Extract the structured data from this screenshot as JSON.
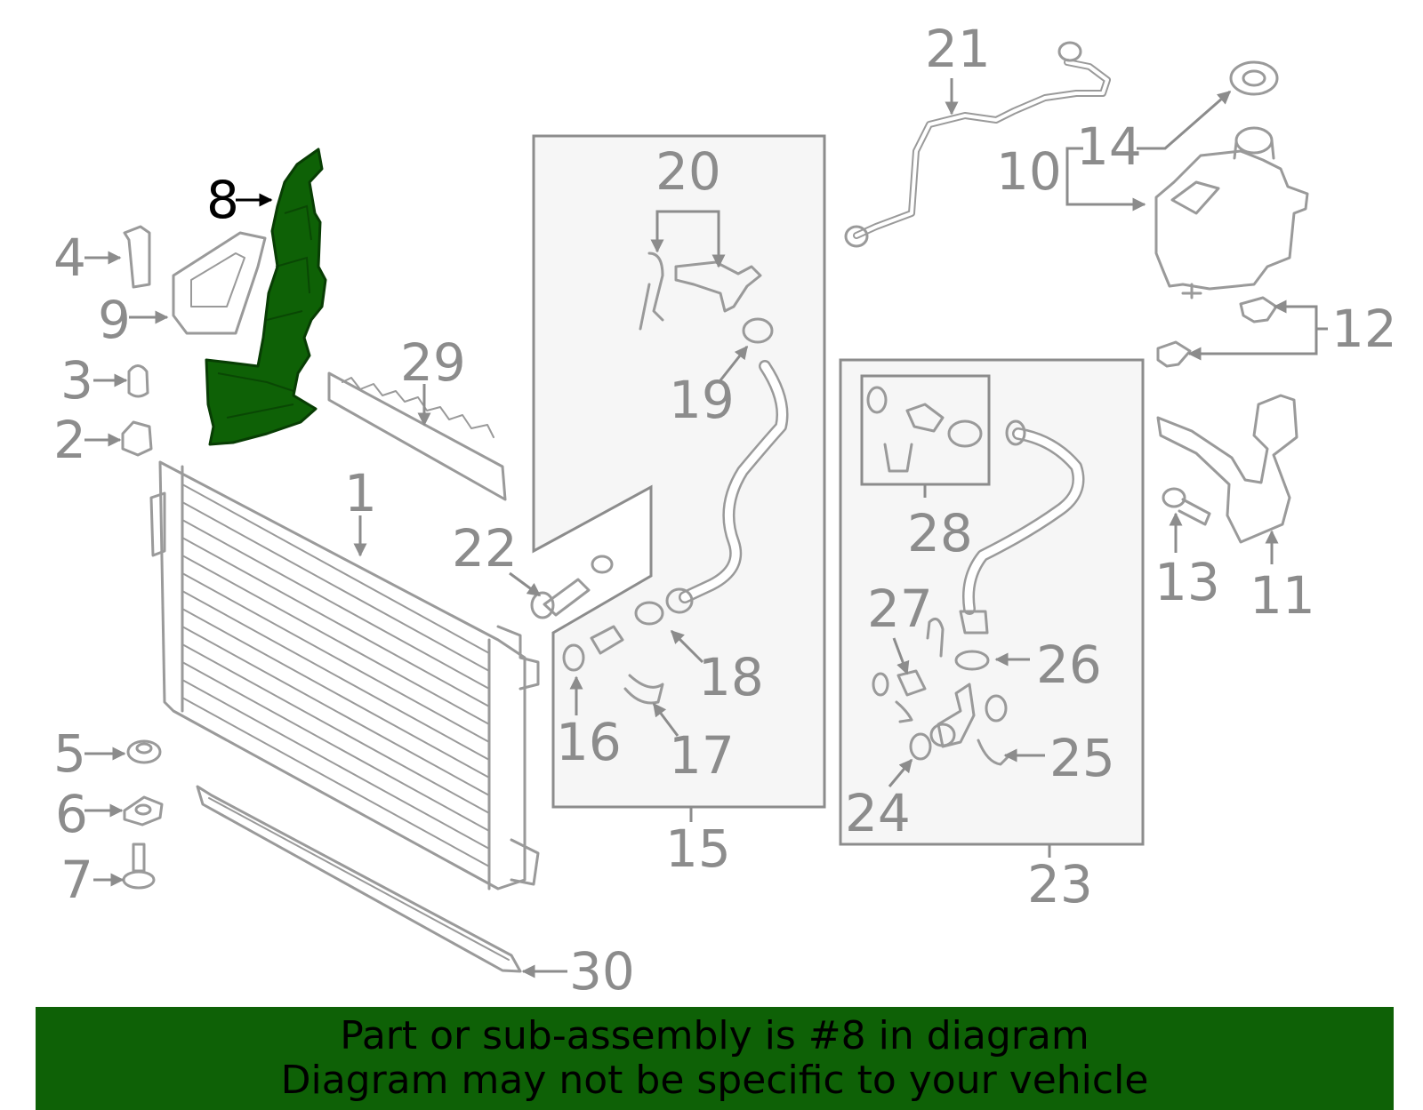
{
  "diagram": {
    "highlight_color": "#0e6106",
    "callout_color": "#8c8c8c",
    "active_callout_color": "#000000",
    "callouts": {
      "c1": "1",
      "c2": "2",
      "c3": "3",
      "c4": "4",
      "c5": "5",
      "c6": "6",
      "c7": "7",
      "c8": "8",
      "c9": "9",
      "c10": "10",
      "c11": "11",
      "c12": "12",
      "c13": "13",
      "c14": "14",
      "c15": "15",
      "c16": "16",
      "c17": "17",
      "c18": "18",
      "c19": "19",
      "c20": "20",
      "c21": "21",
      "c22": "22",
      "c23": "23",
      "c24": "24",
      "c25": "25",
      "c26": "26",
      "c27": "27",
      "c28": "28",
      "c29": "29",
      "c30": "30"
    },
    "highlighted_part": "8"
  },
  "banner": {
    "line1": "Part or sub-assembly is #8 in diagram",
    "line2": "Diagram may not be specific to your vehicle",
    "background": "#0e6106"
  }
}
